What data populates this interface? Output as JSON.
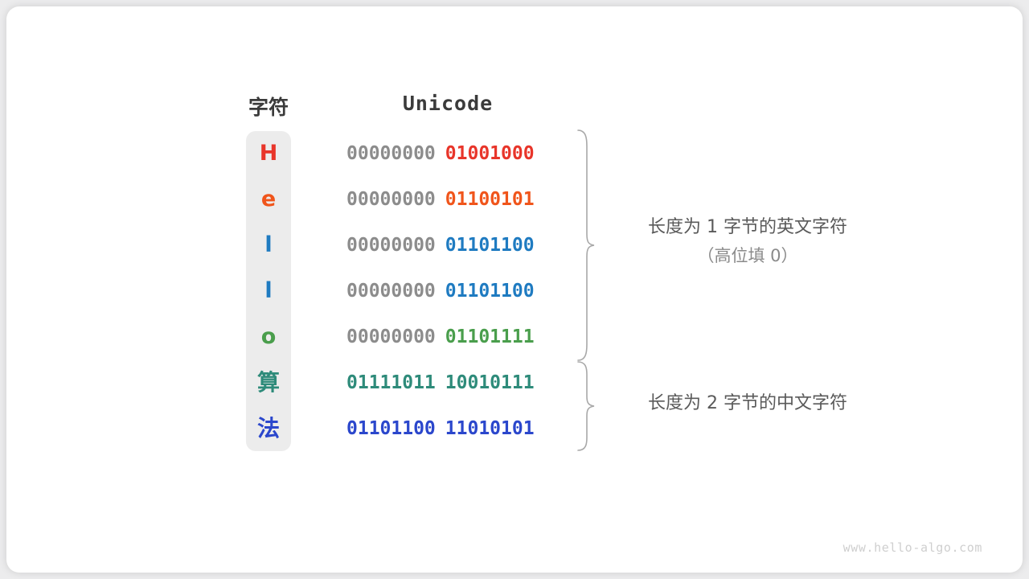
{
  "page": {
    "background_color": "#ececed",
    "card_color": "#ffffff",
    "watermark": "www.hello-algo.com"
  },
  "headers": {
    "character": "字符",
    "unicode": "Unicode"
  },
  "colors": {
    "gray_high_byte": "#8c8c8c",
    "red": "#e8352a",
    "orange": "#f0551b",
    "blue": "#1f7bc1",
    "green": "#4a9e4c",
    "teal": "#2e8b7a",
    "indigo": "#2b47cc",
    "pill_background": "#ececec",
    "header_text": "#3b3b3b",
    "annotation_text": "#5a5a5a",
    "annotation_sub_text": "#8a8a8a",
    "brace_stroke": "#a8a8a8",
    "watermark_text": "#cfcfcf"
  },
  "rows": [
    {
      "char": "H",
      "color": "#e8352a",
      "high_byte": "00000000",
      "low_byte": "01001000",
      "cjk": false,
      "high_byte_colored": false
    },
    {
      "char": "e",
      "color": "#f0551b",
      "high_byte": "00000000",
      "low_byte": "01100101",
      "cjk": false,
      "high_byte_colored": false
    },
    {
      "char": "l",
      "color": "#1f7bc1",
      "high_byte": "00000000",
      "low_byte": "01101100",
      "cjk": false,
      "high_byte_colored": false
    },
    {
      "char": "l",
      "color": "#1f7bc1",
      "high_byte": "00000000",
      "low_byte": "01101100",
      "cjk": false,
      "high_byte_colored": false
    },
    {
      "char": "o",
      "color": "#4a9e4c",
      "high_byte": "00000000",
      "low_byte": "01101111",
      "cjk": false,
      "high_byte_colored": false
    },
    {
      "char": "算",
      "color": "#2e8b7a",
      "high_byte": "01111011",
      "low_byte": "10010111",
      "cjk": true,
      "high_byte_colored": true
    },
    {
      "char": "法",
      "color": "#2b47cc",
      "high_byte": "01101100",
      "low_byte": "11010101",
      "cjk": true,
      "high_byte_colored": true
    }
  ],
  "annotations": {
    "ascii": {
      "main": "长度为 1 字节的英文字符",
      "sub": "（高位填 0）"
    },
    "cjk": {
      "main": "长度为 2 字节的中文字符",
      "sub": ""
    }
  }
}
